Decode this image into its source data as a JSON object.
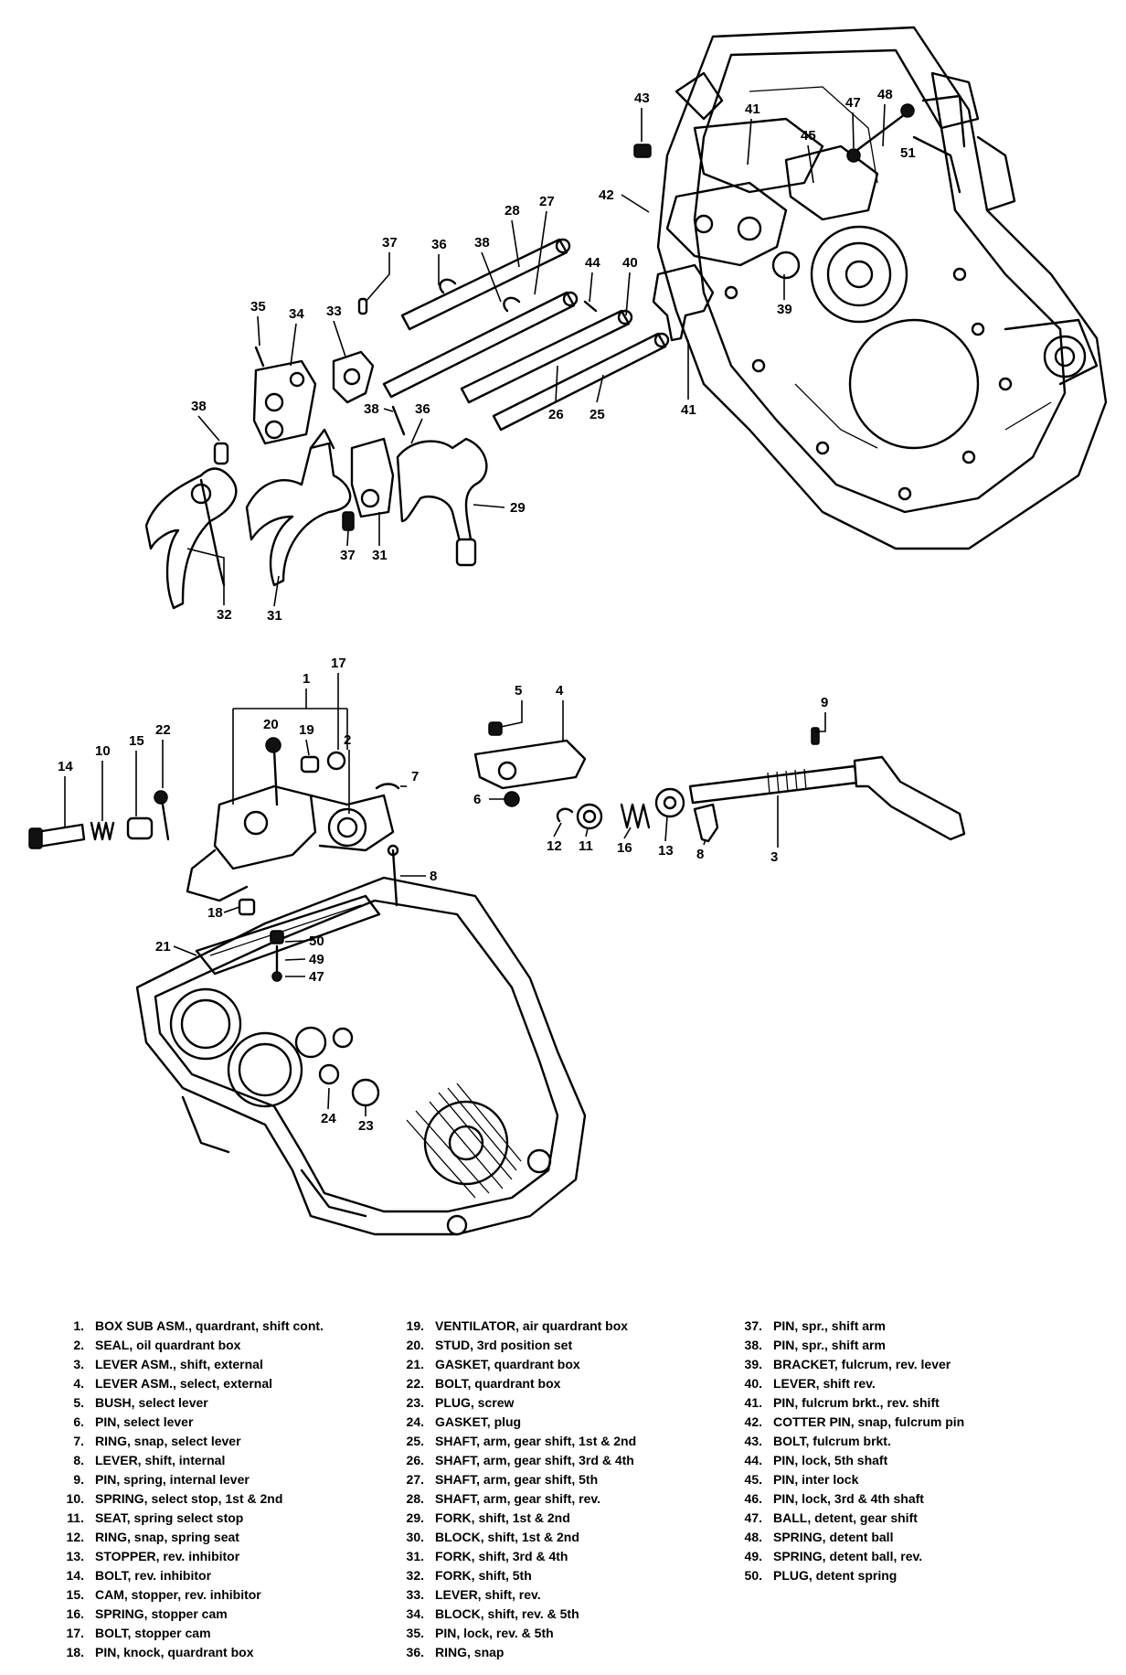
{
  "diagram": {
    "top_callouts": [
      "43",
      "41",
      "47",
      "48",
      "45",
      "51",
      "42",
      "39",
      "37",
      "36",
      "38",
      "28",
      "27",
      "44",
      "40",
      "35",
      "34",
      "33",
      "26",
      "25",
      "41",
      "38",
      "38",
      "36",
      "29",
      "32",
      "31",
      "37",
      "31"
    ],
    "bottom_callouts": [
      "1",
      "17",
      "5",
      "4",
      "9",
      "20",
      "19",
      "2",
      "14",
      "10",
      "15",
      "22",
      "7",
      "6",
      "12",
      "11",
      "16",
      "13",
      "8",
      "3",
      "8",
      "18",
      "21",
      "50",
      "49",
      "47",
      "24",
      "23"
    ]
  },
  "legend": {
    "col1": [
      {
        "num": "1.",
        "text": "BOX SUB ASM., quardrant, shift cont."
      },
      {
        "num": "2.",
        "text": "SEAL, oil quardrant box"
      },
      {
        "num": "3.",
        "text": "LEVER ASM., shift, external"
      },
      {
        "num": "4.",
        "text": "LEVER ASM., select, external"
      },
      {
        "num": "5.",
        "text": "BUSH, select lever"
      },
      {
        "num": "6.",
        "text": "PIN, select lever"
      },
      {
        "num": "7.",
        "text": "RING, snap, select lever"
      },
      {
        "num": "8.",
        "text": "LEVER, shift, internal"
      },
      {
        "num": "9.",
        "text": "PIN, spring, internal lever"
      },
      {
        "num": "10.",
        "text": "SPRING, select stop, 1st & 2nd"
      },
      {
        "num": "11.",
        "text": "SEAT, spring select stop"
      },
      {
        "num": "12.",
        "text": "RING, snap, spring seat"
      },
      {
        "num": "13.",
        "text": "STOPPER, rev. inhibitor"
      },
      {
        "num": "14.",
        "text": "BOLT, rev. inhibitor"
      },
      {
        "num": "15.",
        "text": "CAM, stopper, rev. inhibitor"
      },
      {
        "num": "16.",
        "text": "SPRING, stopper cam"
      },
      {
        "num": "17.",
        "text": "BOLT, stopper cam"
      },
      {
        "num": "18.",
        "text": "PIN, knock, quardrant box"
      }
    ],
    "col2": [
      {
        "num": "19.",
        "text": "VENTILATOR, air quardrant box"
      },
      {
        "num": "20.",
        "text": "STUD, 3rd position set"
      },
      {
        "num": "21.",
        "text": "GASKET, quardrant box"
      },
      {
        "num": "22.",
        "text": "BOLT, quardrant box"
      },
      {
        "num": "23.",
        "text": "PLUG, screw"
      },
      {
        "num": "24.",
        "text": "GASKET, plug"
      },
      {
        "num": "25.",
        "text": "SHAFT, arm, gear shift, 1st & 2nd"
      },
      {
        "num": "26.",
        "text": "SHAFT, arm, gear shift, 3rd & 4th"
      },
      {
        "num": "27.",
        "text": "SHAFT, arm, gear shift, 5th"
      },
      {
        "num": "28.",
        "text": "SHAFT, arm, gear shift, rev."
      },
      {
        "num": "29.",
        "text": "FORK, shift, 1st & 2nd"
      },
      {
        "num": "30.",
        "text": "BLOCK, shift, 1st & 2nd"
      },
      {
        "num": "31.",
        "text": "FORK, shift, 3rd & 4th"
      },
      {
        "num": "32.",
        "text": "FORK, shift, 5th"
      },
      {
        "num": "33.",
        "text": "LEVER, shift, rev."
      },
      {
        "num": "34.",
        "text": "BLOCK, shift, rev. & 5th"
      },
      {
        "num": "35.",
        "text": "PIN, lock, rev. & 5th"
      },
      {
        "num": "36.",
        "text": "RING, snap"
      }
    ],
    "col3": [
      {
        "num": "37.",
        "text": "PIN, spr., shift arm"
      },
      {
        "num": "38.",
        "text": "PIN, spr., shift arm"
      },
      {
        "num": "39.",
        "text": "BRACKET, fulcrum, rev. lever"
      },
      {
        "num": "40.",
        "text": "LEVER, shift rev."
      },
      {
        "num": "41.",
        "text": "PIN, fulcrum brkt., rev. shift"
      },
      {
        "num": "42.",
        "text": "COTTER PIN, snap, fulcrum pin"
      },
      {
        "num": "43.",
        "text": "BOLT, fulcrum brkt."
      },
      {
        "num": "44.",
        "text": "PIN, lock, 5th shaft"
      },
      {
        "num": "45.",
        "text": "PIN, inter lock"
      },
      {
        "num": "46.",
        "text": "PIN, lock, 3rd & 4th shaft"
      },
      {
        "num": "47.",
        "text": "BALL, detent, gear shift"
      },
      {
        "num": "48.",
        "text": "SPRING, detent ball"
      },
      {
        "num": "49.",
        "text": "SPRING, detent ball, rev."
      },
      {
        "num": "50.",
        "text": "PLUG, detent spring"
      }
    ]
  }
}
